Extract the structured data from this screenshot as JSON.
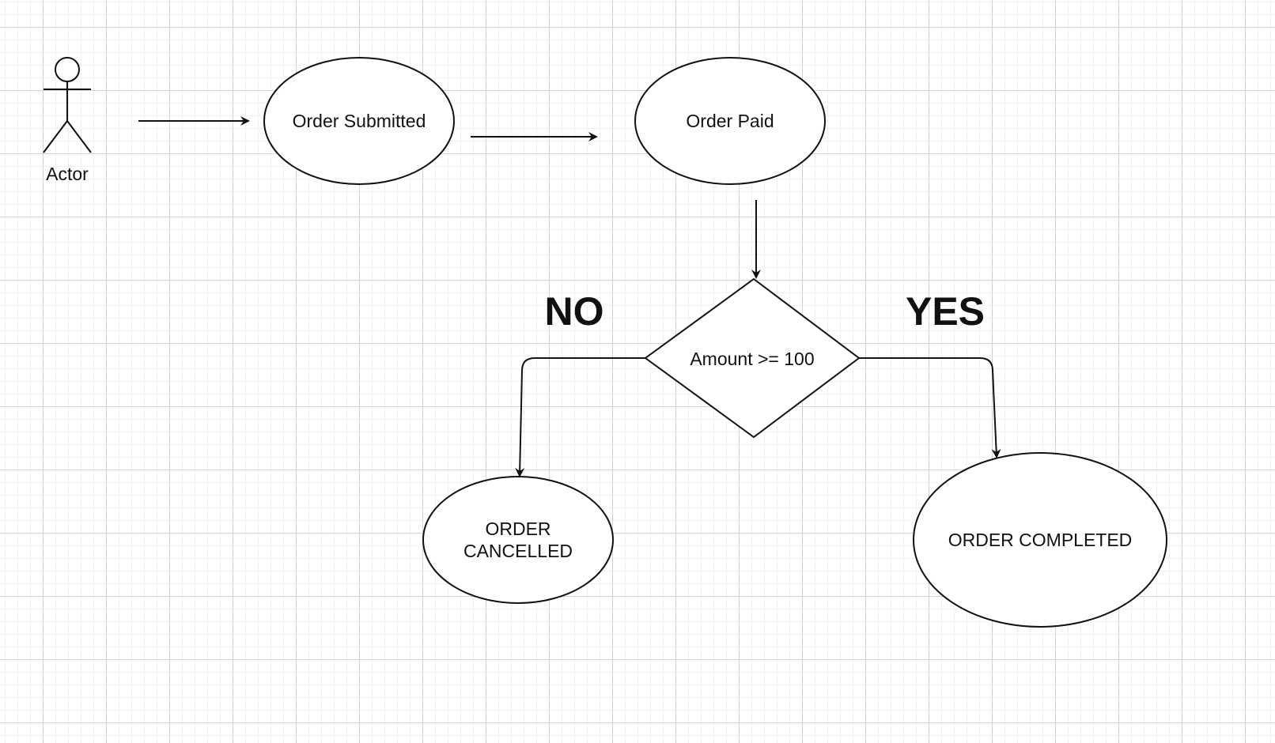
{
  "diagram": {
    "actor": {
      "label": "Actor"
    },
    "nodes": {
      "order_submitted": "Order Submitted",
      "order_paid": "Order Paid",
      "decision": "Amount >= 100",
      "order_cancelled_line1": "ORDER",
      "order_cancelled_line2": "CANCELLED",
      "order_completed": "ORDER COMPLETED"
    },
    "branches": {
      "no": "NO",
      "yes": "YES"
    }
  },
  "colors": {
    "stroke": "#111111",
    "grid_major": "#d4d4d4",
    "grid_minor": "#f0f0f0",
    "background": "#ffffff"
  }
}
